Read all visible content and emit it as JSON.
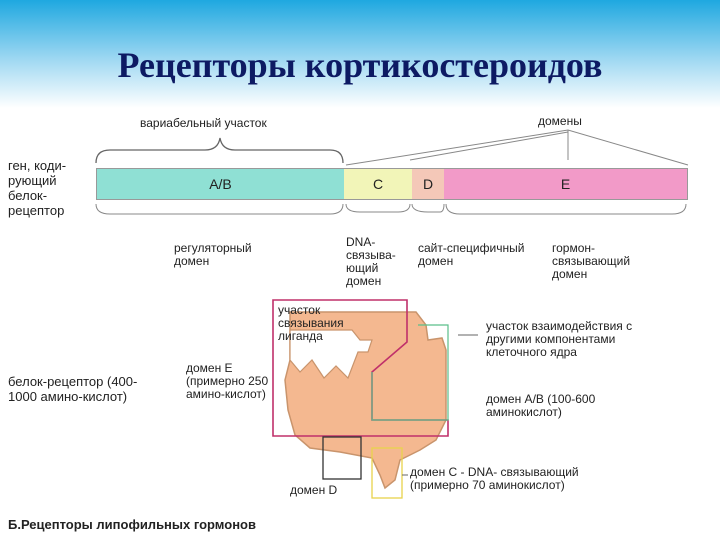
{
  "title": "Рецепторы кортикостероидов",
  "gene": {
    "label": "ген, коди-рующий белок-рецептор",
    "variable_region": "вариабельный участок",
    "domains_label": "домены",
    "segments": [
      {
        "label": "A/B",
        "color": "#8fe0d4"
      },
      {
        "label": "C",
        "color": "#f2f5b8"
      },
      {
        "label": "D",
        "color": "#f4c8b8"
      },
      {
        "label": "E",
        "color": "#f29ac8"
      }
    ],
    "regulatory": "регуляторный домен",
    "dna_binding": "DNA-связыва-ющий домен",
    "site_specific": "сайт-специфичный домен",
    "hormone_binding": "гормон-связывающий домен"
  },
  "protein": {
    "label": "белок-рецептор (400-1000 амино-кислот)",
    "ligand_site": "участок связывания лиганда",
    "domain_e": "домен E (примерно 250 амино-кислот)",
    "interaction_site": "участок взаимодействия с другими компонентами клеточного ядра",
    "domain_ab": "домен A/B (100-600 аминокислот)",
    "domain_c": "домен C - DNA- связывающий (примерно 70 аминокислот)",
    "domain_d": "домен D",
    "body_color": "#f4b890"
  },
  "caption": "Б.Рецепторы липофильных гормонов"
}
